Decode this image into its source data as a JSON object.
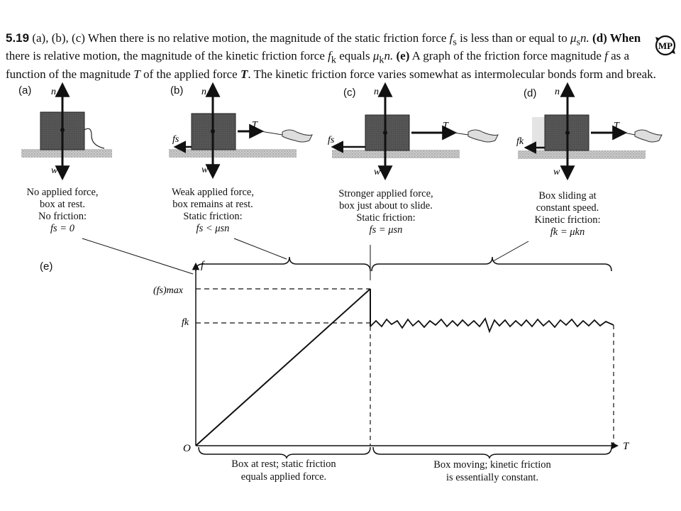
{
  "caption": {
    "number": "5.19",
    "part1": " (a), (b), (c) When there is no relative motion, the magnitude of the static friction force ",
    "fs": "f",
    "fs_sub": "s",
    "part2": " is less than or equal to ",
    "mu": "μ",
    "mu_sub": "s",
    "part3": "n. ",
    "d_label": "(d) When",
    "part4": " there is relative motion, the magnitude of the kinetic friction force ",
    "fk": "f",
    "fk_sub": "k",
    "part5": " equals ",
    "muk": "μ",
    "muk_sub": "k",
    "part6": "n. ",
    "e_label": "(e)",
    "part7": " A graph of the friction force magnitude ",
    "f_italic": "f",
    "part8": " as a function of the magnitude ",
    "T_italic": "T",
    "part9": " of the applied force ",
    "T_vec": "T",
    "part10": ". The kinetic friction force varies somewhat as intermolecular bonds form and break."
  },
  "mp_badge": "MP",
  "panels": [
    {
      "label": "(a)",
      "lines": [
        "No applied force,",
        "box at rest.",
        "No friction:"
      ],
      "eq": "fs = 0"
    },
    {
      "label": "(b)",
      "lines": [
        "Weak applied force,",
        "box remains at rest.",
        "Static friction:"
      ],
      "eq": "fs < μsn"
    },
    {
      "label": "(c)",
      "lines": [
        "Stronger applied force,",
        "box just about to slide.",
        "Static friction:"
      ],
      "eq": "fs = μsn"
    },
    {
      "label": "(d)",
      "lines": [
        "Box sliding at",
        "constant speed.",
        "Kinetic friction:"
      ],
      "eq": "fk = μkn"
    }
  ],
  "vector_labels": {
    "n": "n",
    "w": "w",
    "T": "T",
    "fs": "fs",
    "fk": "fk"
  },
  "graph": {
    "label": "(e)",
    "y_axis": "f",
    "x_axis": "T",
    "origin": "O",
    "fs_max": "(fs)max",
    "fk": "fk",
    "note_left": [
      "Box at rest; static friction",
      "equals applied force."
    ],
    "note_right": [
      "Box moving; kinetic friction",
      "is essentially constant."
    ]
  }
}
